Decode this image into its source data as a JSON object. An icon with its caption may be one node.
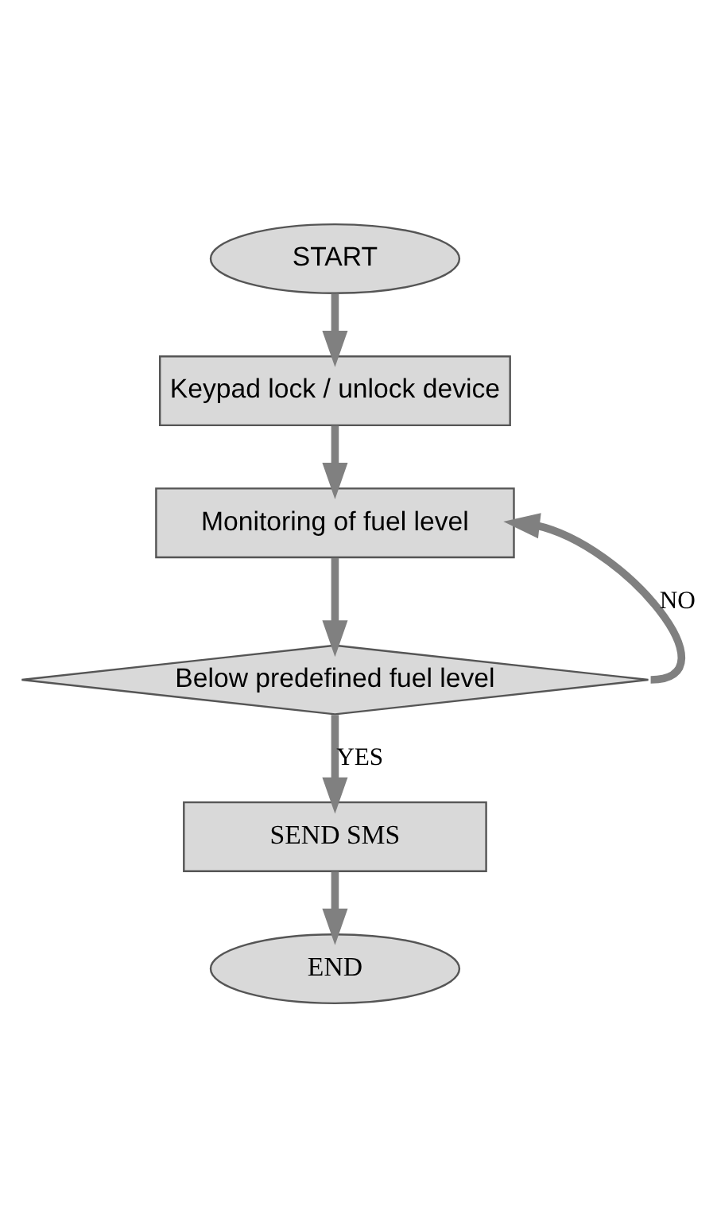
{
  "diagram": {
    "nodes": [
      {
        "text": [
          "START"
        ]
      },
      {
        "text": [
          "Keypad lock / unlock device"
        ]
      },
      {
        "text": [
          "Monitoring of fuel level"
        ]
      },
      {
        "text": [
          "Below predefined fuel level"
        ]
      },
      {
        "text": [
          "SEND SMS"
        ]
      },
      {
        "text": [
          "END"
        ]
      }
    ],
    "edges": [
      {
        "from": 0,
        "to": 1,
        "arrow": "to"
      },
      {
        "from": 1,
        "to": 2,
        "arrow": "to"
      },
      {
        "from": 2,
        "to": 3,
        "arrow": "to"
      },
      {
        "from": 3,
        "to": 4,
        "arrow": "to",
        "label": "YES"
      },
      {
        "from": 3,
        "to": 2,
        "arrow": "to",
        "label": "NO"
      },
      {
        "from": 4,
        "to": 5,
        "arrow": "to"
      }
    ]
  }
}
